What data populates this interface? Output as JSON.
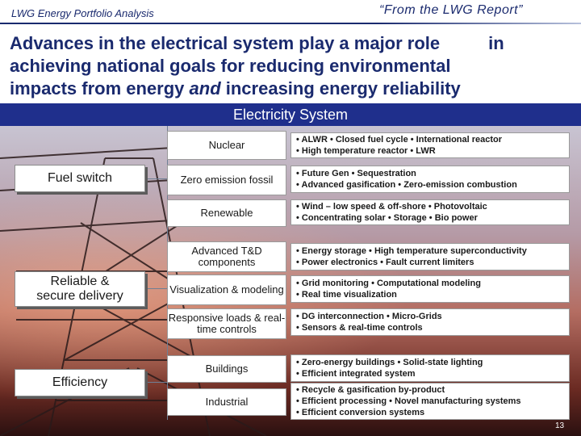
{
  "header": {
    "left": "LWG Energy Portfolio Analysis",
    "right": "“From the LWG Report”"
  },
  "title": {
    "line1a": "Advances in the electrical system play a major role",
    "line1b": "in",
    "line2": "achieving national goals for reducing environmental",
    "line3a": "impacts from energy ",
    "line3b": "and",
    "line3c": " increasing energy reliability"
  },
  "system_label": "Electricity System",
  "categories": [
    {
      "label": "Fuel switch"
    },
    {
      "label": "Reliable &\nsecure delivery"
    },
    {
      "label": "Efficiency"
    }
  ],
  "rows": [
    {
      "sub": "Nuclear",
      "l1": "• ALWR   • Closed fuel cycle  • International reactor",
      "l2": "• High temperature reactor   • LWR"
    },
    {
      "sub": "Zero emission fossil",
      "l1": "• Future Gen   • Sequestration",
      "l2": "• Advanced gasification  • Zero-emission combustion"
    },
    {
      "sub": "Renewable",
      "l1": "• Wind – low speed & off-shore   • Photovoltaic",
      "l2": "• Concentrating solar  • Storage  • Bio power"
    },
    {
      "sub": "Advanced T&D components",
      "l1": "• Energy storage  • High temperature superconductivity",
      "l2": "• Power electronics  • Fault current limiters"
    },
    {
      "sub": "Visualization & modeling",
      "l1": "• Grid monitoring   • Computational modeling",
      "l2": "• Real time visualization"
    },
    {
      "sub": "Responsive loads & real-time controls",
      "l1": "• DG interconnection   • Micro-Grids",
      "l2": "• Sensors & real-time controls"
    },
    {
      "sub": "Buildings",
      "l1": "• Zero-energy buildings   • Solid-state lighting",
      "l2": "• Efficient  integrated system"
    },
    {
      "sub": "Industrial",
      "l1": "• Recycle & gasification by-product",
      "l2": "• Efficient processing  • Novel manufacturing systems",
      "l3": "• Efficient conversion systems"
    }
  ],
  "page_number": "13",
  "colors": {
    "title": "#1a2a6e",
    "banner": "#1f2f8c",
    "connector": "#6f7f95"
  },
  "background_image": "power-transmission-tower-photo"
}
